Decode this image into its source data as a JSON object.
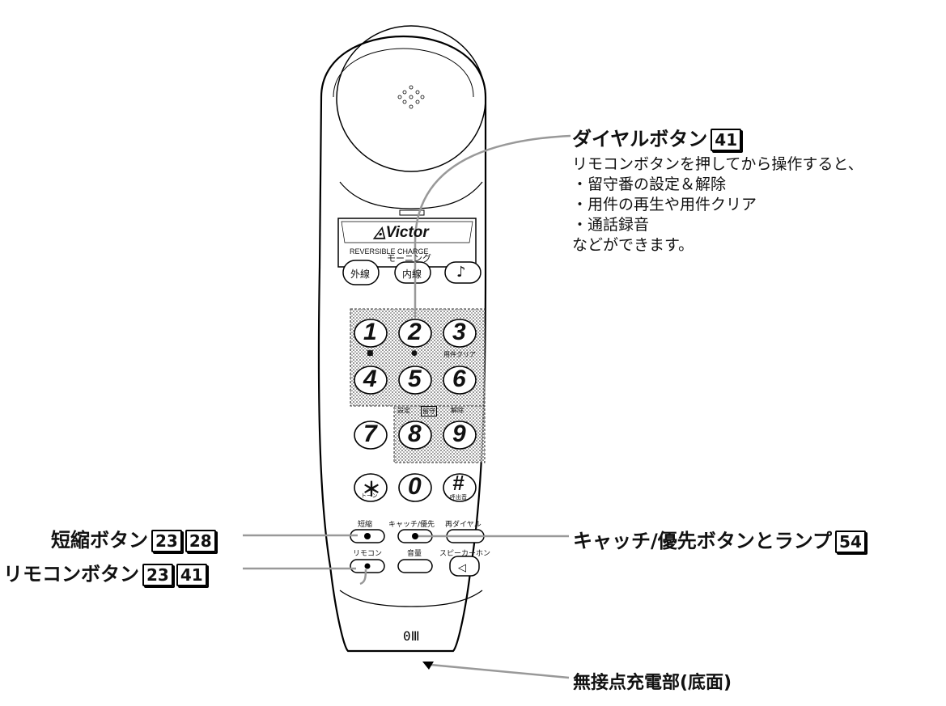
{
  "handset": {
    "brand": "Victor",
    "brand_sub": "REVERSIBLE CHARGE",
    "morning_label": "モーニング",
    "top_buttons": [
      "外線",
      "内線",
      "♪"
    ],
    "keys": [
      "1",
      "2",
      "3",
      "4",
      "5",
      "6",
      "7",
      "8",
      "9",
      "＊",
      "0",
      "#"
    ],
    "key_sublabels": {
      "one": "■",
      "two": "●",
      "three": "用件クリア",
      "seven_a": "設定",
      "seven_b": "留守",
      "seven_c": "解除",
      "star": "トーン",
      "hash": "呼出音"
    },
    "bottom_labels": {
      "short": "短縮",
      "catch": "キャッチ/優先",
      "redial": "再ダイヤル",
      "remote": "リモコン",
      "volume": "音量",
      "speaker": "スピーカーホン"
    }
  },
  "callouts": {
    "dial": {
      "title": "ダイヤルボタン",
      "ref": "41",
      "lines": [
        "リモコンボタンを押してから操作すると、",
        "・留守番の設定＆解除",
        "・用件の再生や用件クリア",
        "・通話録音",
        "などができます。"
      ]
    },
    "short": {
      "title": "短縮ボタン",
      "refs": [
        "23",
        "28"
      ]
    },
    "remote": {
      "title": "リモコンボタン",
      "refs": [
        "23",
        "41"
      ]
    },
    "catch": {
      "title": "キャッチ/優先ボタンとランプ",
      "ref": "54"
    },
    "charge": {
      "title": "無接点充電部(底面)"
    }
  }
}
